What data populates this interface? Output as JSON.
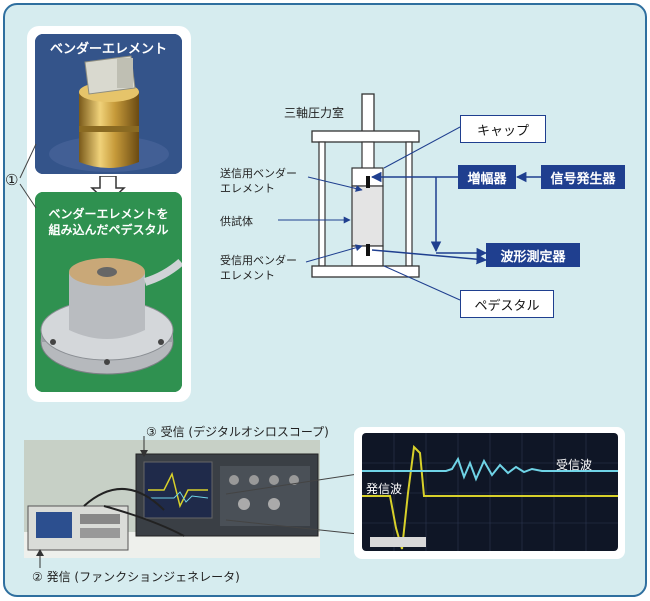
{
  "photos": {
    "bender_label": "ベンダーエレメント",
    "pedestal_label_line1": "ベンダーエレメントを",
    "pedestal_label_line2": "組み込んだペデスタル",
    "marker": "①"
  },
  "diagram": {
    "chamber_label": "三軸圧力室",
    "tx_label_line1": "送信用ベンダー",
    "tx_label_line2": "エレメント",
    "specimen_label": "供試体",
    "rx_label_line1": "受信用ベンダー",
    "rx_label_line2": "エレメント",
    "cap_box": "キャップ",
    "amp_box": "増幅器",
    "signal_box": "信号発生器",
    "wave_box": "波形測定器",
    "pedestal_box": "ペデスタル"
  },
  "equipment": {
    "receive_label": "③ 受信 (デジタルオシロスコープ)",
    "send_label": "② 発信 (ファンクションジェネレータ)"
  },
  "waveform": {
    "sent_label": "発信波",
    "received_label": "受信波"
  },
  "colors": {
    "panel_bg": "#d6ecef",
    "panel_border": "#2f6f9f",
    "photo_top_bg": "#2f4f86",
    "photo_bottom_bg": "#2f9150",
    "box_dark": "#1f3f8f",
    "arrow": "#1f3f8f",
    "wave_yellow": "#d7d02a",
    "wave_cyan": "#6fd3e6"
  }
}
